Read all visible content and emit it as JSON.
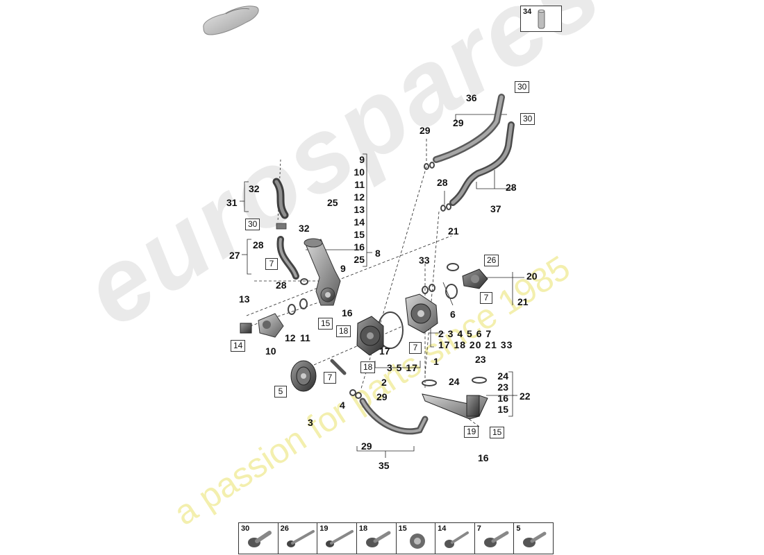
{
  "watermark": {
    "brand": "eurospares",
    "tagline": "a passion for parts since 1985"
  },
  "reference_tile": {
    "number": "34",
    "icon": "sleeve-icon"
  },
  "callouts": {
    "c1": "1",
    "c2": "2",
    "c3": "3",
    "c4": "4",
    "c5": "5",
    "c6": "6",
    "c8": "8",
    "c9": "9",
    "c10": "10",
    "c11": "11",
    "c12": "12",
    "c13": "13",
    "c16a": "16",
    "c16b": "16",
    "c17": "17",
    "c20": "20",
    "c21": "21",
    "c21b": "21",
    "c22": "22",
    "c23": "23",
    "c24": "24",
    "c25": "25",
    "c27": "27",
    "c28a": "28",
    "c28b": "28",
    "c28c": "28",
    "c28d": "28",
    "c29a": "29",
    "c29b": "29",
    "c29c": "29",
    "c29d": "29",
    "c31": "31",
    "c32a": "32",
    "c32b": "32",
    "c33": "33",
    "c35": "35",
    "c36": "36",
    "c37": "37",
    "stack9": [
      "9",
      "10",
      "11",
      "12",
      "13",
      "14",
      "15",
      "16",
      "25"
    ],
    "row_a": "2  3  4  5  6  7",
    "row_b": "17 18 20 21 33",
    "row_c": "3  5 17",
    "stack22": [
      "24",
      "23",
      "16",
      "15"
    ]
  },
  "boxed_refs": {
    "b30a": "30",
    "b30b": "30",
    "b30c": "30",
    "b7a": "7",
    "b7b": "7",
    "b7c": "7",
    "b7d": "7",
    "b26": "26",
    "b15a": "15",
    "b15b": "15",
    "b18a": "18",
    "b18b": "18",
    "b14": "14",
    "b5": "5",
    "b19": "19"
  },
  "fastener_strip": [
    {
      "number": "30",
      "icon": "flange-bolt-icon"
    },
    {
      "number": "26",
      "icon": "long-bolt-icon"
    },
    {
      "number": "19",
      "icon": "long-bolt-icon"
    },
    {
      "number": "18",
      "icon": "flange-bolt-icon"
    },
    {
      "number": "15",
      "icon": "plug-icon"
    },
    {
      "number": "14",
      "icon": "washer-bolt-icon"
    },
    {
      "number": "7",
      "icon": "flange-bolt-icon"
    },
    {
      "number": "5",
      "icon": "flange-bolt-icon"
    }
  ],
  "colors": {
    "watermark_gray": "#e4e4e4",
    "watermark_yellow": "#f2efa4",
    "ink": "#111111",
    "part_gray": "#8a8a8a"
  }
}
